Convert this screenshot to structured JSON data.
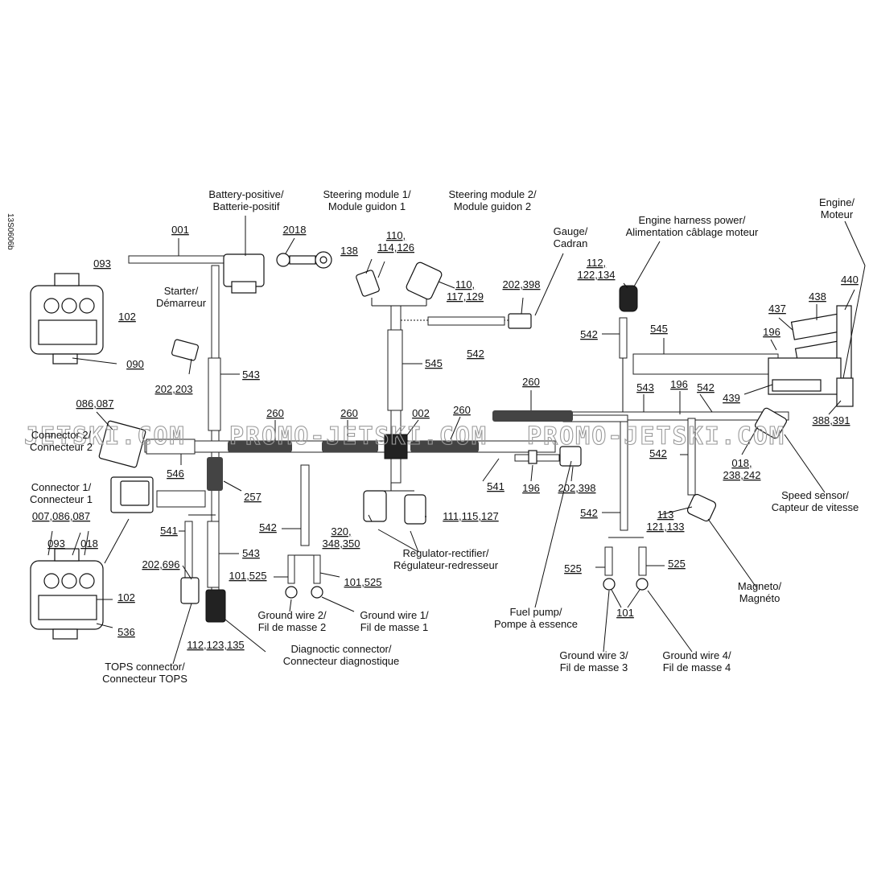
{
  "side_code": "13S0606b",
  "watermark": [
    "JETSKI.COM",
    "PROMO-JETSKI.COM",
    "PROMO-JETSKI.COM"
  ],
  "labels": {
    "battery": "Battery-positive/\nBatterie-positif",
    "steer1": "Steering module 1/\nModule guidon 1",
    "steer2": "Steering module 2/\nModule guidon 2",
    "gauge": "Gauge/\nCadran",
    "engine_power": "Engine harness power/\nAlimentation câblage moteur",
    "engine": "Engine/\nMoteur",
    "starter": "Starter/\nDémarreur",
    "conn2": "Connector 2/\nConnecteur 2",
    "conn1": "Connector 1/\nConnecteur 1",
    "speed": "Speed sensor/\nCapteur de vitesse",
    "magneto": "Magneto/\nMagnéto",
    "regulator": "Regulator-rectifier/\nRégulateur-redresseur",
    "ground2": "Ground wire 2/\nFil de masse 2",
    "ground1": "Ground wire 1/\nFil de masse 1",
    "diagnostic": "Diagnoctic connector/\nConnecteur diagnostique",
    "tops": "TOPS connector/\nConnecteur TOPS",
    "fuelpump": "Fuel pump/\nPompe à essence",
    "ground3": "Ground wire 3/\nFil de masse 3",
    "ground4": "Ground wire 4/\nFil de masse 4"
  },
  "callouts": {
    "c001": "001",
    "c2018": "2018",
    "c093a": "093",
    "c102a": "102",
    "c090": "090",
    "c138": "138",
    "c110": "110,\n114,126",
    "c110b": "110,\n117,129",
    "c202_398a": "202,398",
    "c542a": "542",
    "c112": "112,\n122,134",
    "c542b": "542",
    "c545a": "545",
    "c440": "440",
    "c438": "438",
    "c437": "437",
    "c196a": "196",
    "c439": "439",
    "c388": "388,391",
    "c543a": "543",
    "c196b": "196",
    "c542c": "542",
    "c202_203": "202,203",
    "c543b": "543",
    "c545b": "545",
    "c086": "086,087",
    "c260a": "260",
    "c260b": "260",
    "c002": "002",
    "c260c": "260",
    "c260d": "260",
    "c546": "546",
    "c257": "257",
    "c541a": "541",
    "c196c": "196",
    "c202_398b": "202,398",
    "c542d": "542",
    "c018": "018,\n238,242",
    "c007": "007,086,087",
    "c542e": "542",
    "c320": "320,\n348,350",
    "c111": "111,115,127",
    "c542f": "542",
    "c113": "113\n121,133",
    "c541b": "541",
    "c543c": "543",
    "c093b": "093",
    "c018b": "018",
    "c202_696": "202,696",
    "c101_525a": "101,525",
    "c101_525b": "101,525",
    "c525a": "525",
    "c525b": "525",
    "c102b": "102",
    "c536": "536",
    "c112_123": "112,123,135",
    "c101": "101"
  }
}
